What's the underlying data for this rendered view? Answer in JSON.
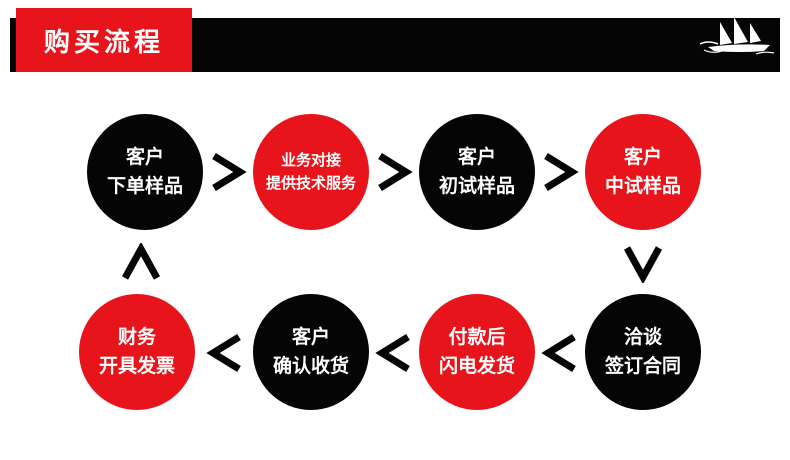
{
  "header": {
    "title": "购买流程",
    "logo_icon": "sailing-ship-icon"
  },
  "colors": {
    "red": "#e8141b",
    "black": "#050505",
    "background": "#ffffff"
  },
  "steps": [
    {
      "color": "black",
      "line1": "客户",
      "line2": "下单样品"
    },
    {
      "color": "red",
      "line1": "业务对接",
      "line2": "提供技术服务"
    },
    {
      "color": "black",
      "line1": "客户",
      "line2": "初试样品"
    },
    {
      "color": "red",
      "line1": "客户",
      "line2": "中试样品"
    },
    {
      "color": "black",
      "line1": "洽谈",
      "line2": "签订合同"
    },
    {
      "color": "red",
      "line1": "付款后",
      "line2": "闪电发货"
    },
    {
      "color": "black",
      "line1": "客户",
      "line2": "确认收货"
    },
    {
      "color": "red",
      "line1": "财务",
      "line2": "开具发票"
    }
  ],
  "arrows": {
    "top_row": "right-chevron",
    "bottom_row": "left-chevron",
    "right_column": "down-chevron",
    "left_column": "up-chevron"
  }
}
